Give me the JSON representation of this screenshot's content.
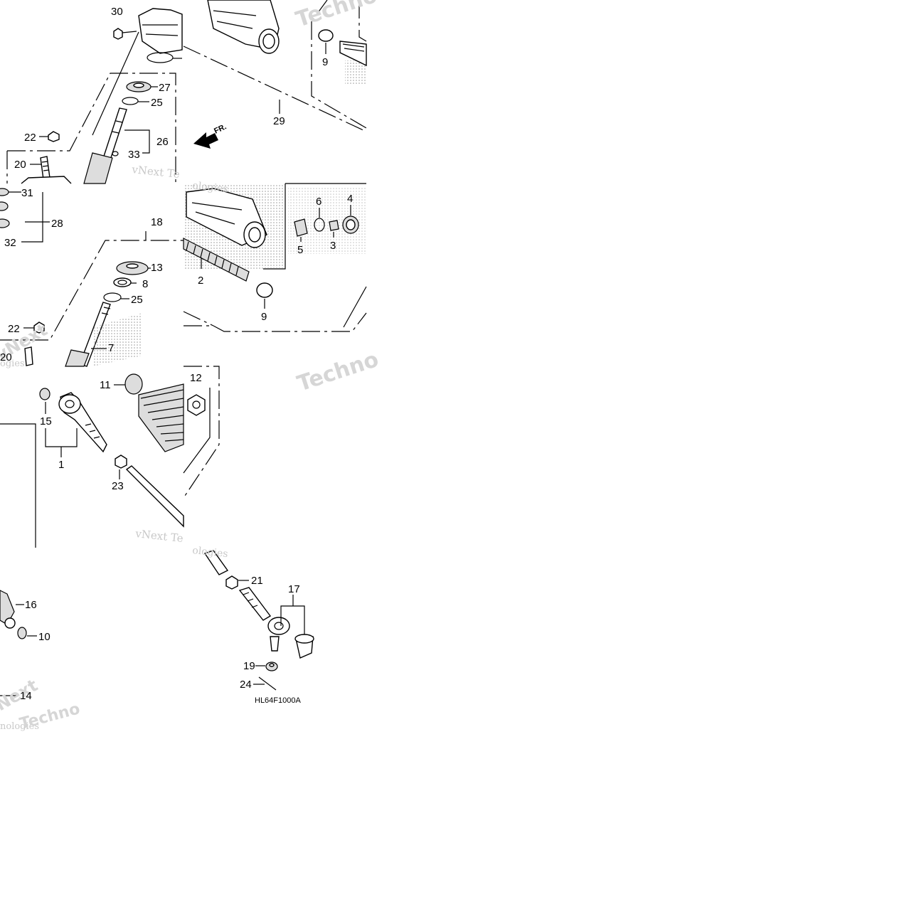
{
  "diagram": {
    "diagram_code": "HL64F1000A",
    "front_indicator": "FR.",
    "watermarks": [
      "Techno",
      "vNext Te",
      "ologies",
      "Techno",
      "vNext",
      "ogies",
      "vNext Te",
      "ologies",
      "Next",
      "nologies",
      "Techno"
    ],
    "callouts": {
      "c30": "30",
      "c27": "27",
      "c25a": "25",
      "c26": "26",
      "c33": "33",
      "c22a": "22",
      "c20a": "20",
      "c9a": "9",
      "c29": "29",
      "c31": "31",
      "c28": "28",
      "c32": "32",
      "c18": "18",
      "c13": "13",
      "c8": "8",
      "c25b": "25",
      "c22b": "22",
      "c7": "7",
      "c20b": "20",
      "c6": "6",
      "c4": "4",
      "c5": "5",
      "c3": "3",
      "c2": "2",
      "c9b": "9",
      "c11": "11",
      "c12": "12",
      "c15": "15",
      "c1": "1",
      "c23": "23",
      "c21": "21",
      "c17": "17",
      "c16": "16",
      "c10": "10",
      "c19": "19",
      "c24": "24",
      "c14": "14"
    }
  }
}
